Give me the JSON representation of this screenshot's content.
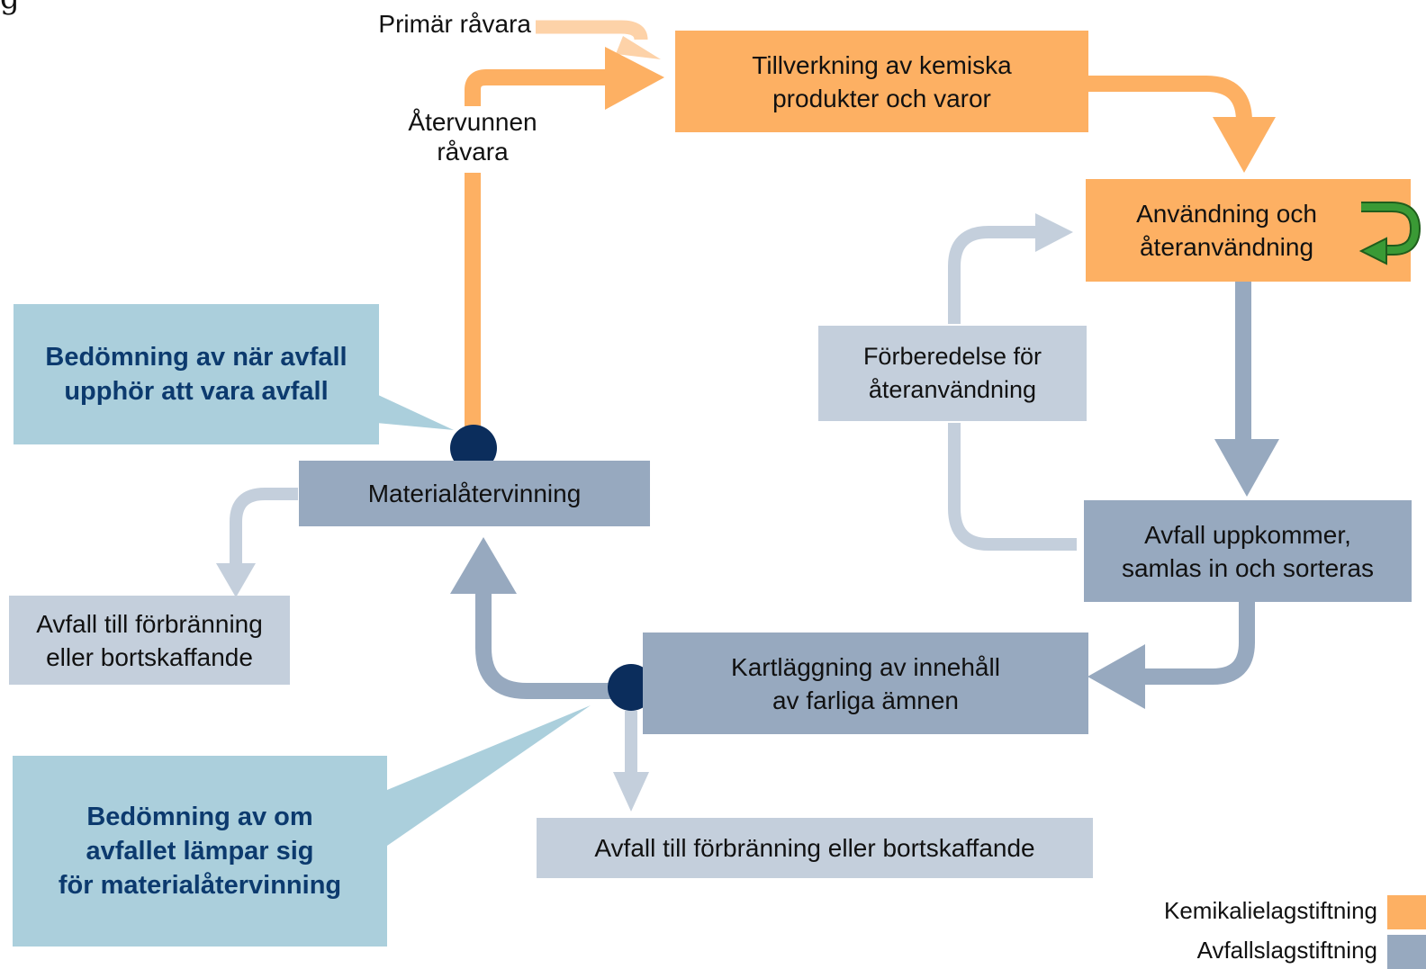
{
  "corner_label": "g",
  "inputs": {
    "primary": "Primär råvara",
    "recovered": "Återvunnen\nråvara"
  },
  "boxes": {
    "manufacturing": "Tillverkning av kemiska\nprodukter och varor",
    "use": "Användning och\nåteranvändning",
    "prep_reuse": "Förberedelse för\nåteranvändning",
    "waste_arises": "Avfall uppkommer,\nsamlas in och sorteras",
    "mapping": "Kartläggning av innehåll\nav farliga ämnen",
    "material_recycling": "Materialåtervinning",
    "waste_incineration_left": "Avfall till förbränning\neller bortskaffande",
    "waste_incineration_bottom": "Avfall till förbränning eller bortskaffande"
  },
  "callouts": {
    "end_of_waste": "Bedömning av när avfall\nupphör att vara avfall",
    "suitability": "Bedömning av om\navfallet lämpar sig\nför materialåtervinning"
  },
  "legend": {
    "items": [
      {
        "label": "Kemikalielagstiftning",
        "color": "#fdb063"
      },
      {
        "label": "Avfallslagstiftning",
        "color": "#97a9bf"
      }
    ]
  },
  "colors": {
    "orange": "#fdb063",
    "orange_light": "#fdd2a8",
    "slate": "#97a9bf",
    "light_slate": "#c4cfdc",
    "callout": "#abcfdc",
    "dot": "#0b2d5c",
    "green": "#3a9a35"
  }
}
